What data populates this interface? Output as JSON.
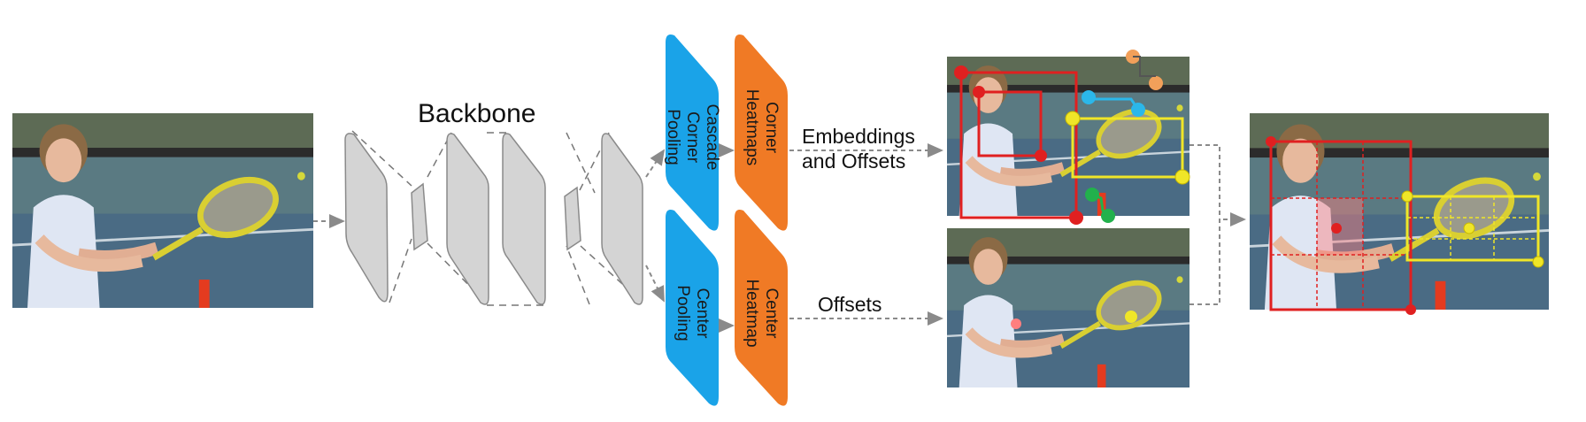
{
  "backbone": {
    "label": "Backbone"
  },
  "modules": {
    "cascade_corner_pooling": {
      "line1": "Cascade Corner",
      "line2": "Pooling",
      "color": "#1aa3e8"
    },
    "corner_heatmaps": {
      "line1": "Corner",
      "line2": "Heatmaps",
      "color": "#f07a25"
    },
    "center_pooling": {
      "line1": "Center Pooling",
      "color": "#1aa3e8"
    },
    "center_heatmap": {
      "line1": "Center Heatmap",
      "color": "#f07a25"
    }
  },
  "edges": {
    "corner_output": {
      "line1": "Embeddings",
      "line2": "and Offsets"
    },
    "center_output": {
      "line1": "Offsets"
    }
  },
  "colors": {
    "layer_fill": "#d4d4d4",
    "layer_stroke": "#8a8a8a",
    "arrow": "#8a8a8a",
    "box_red": "#e02020",
    "box_yellow": "#f0e628",
    "embed_orange": "#f2a05a",
    "embed_cyan": "#2bb7ea",
    "embed_green": "#22b14c",
    "center_pink": "#ff7f7f"
  },
  "photos": {
    "input": "input-image",
    "corner_detections": "corner-detections-image",
    "center_detections": "center-keypoints-image",
    "output": "output-image"
  }
}
